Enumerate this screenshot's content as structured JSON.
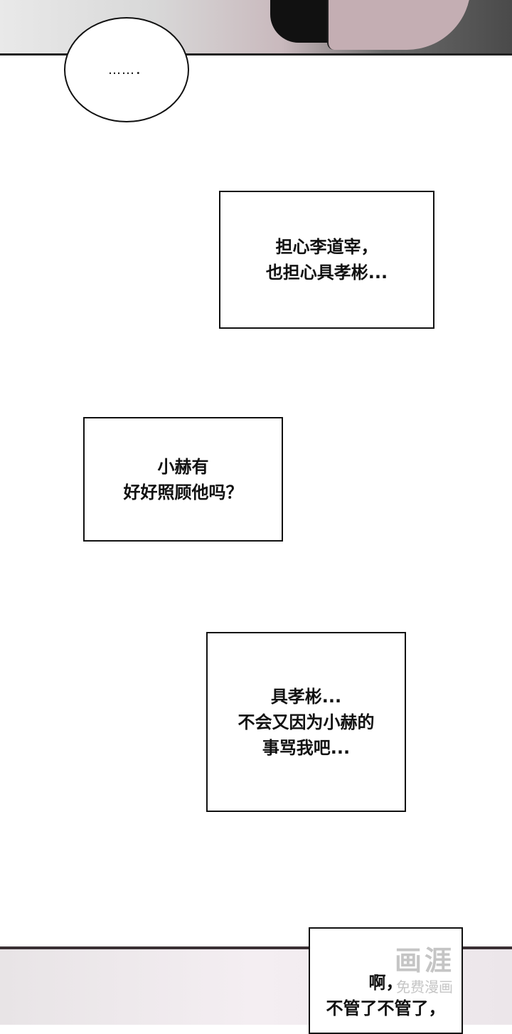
{
  "bubble_text": "……．",
  "captions": {
    "box1": [
      "担心李道宰，",
      "也担心具孝彬..."
    ],
    "box2": [
      "小赫有",
      "好好照顾他吗？"
    ],
    "box3": [
      "具孝彬...",
      "不会又因为小赫的",
      "事骂我吧..."
    ],
    "box4": [
      "啊，",
      "不管了不管了，"
    ]
  },
  "watermark": {
    "big": "画涯",
    "small": "免费漫画"
  }
}
